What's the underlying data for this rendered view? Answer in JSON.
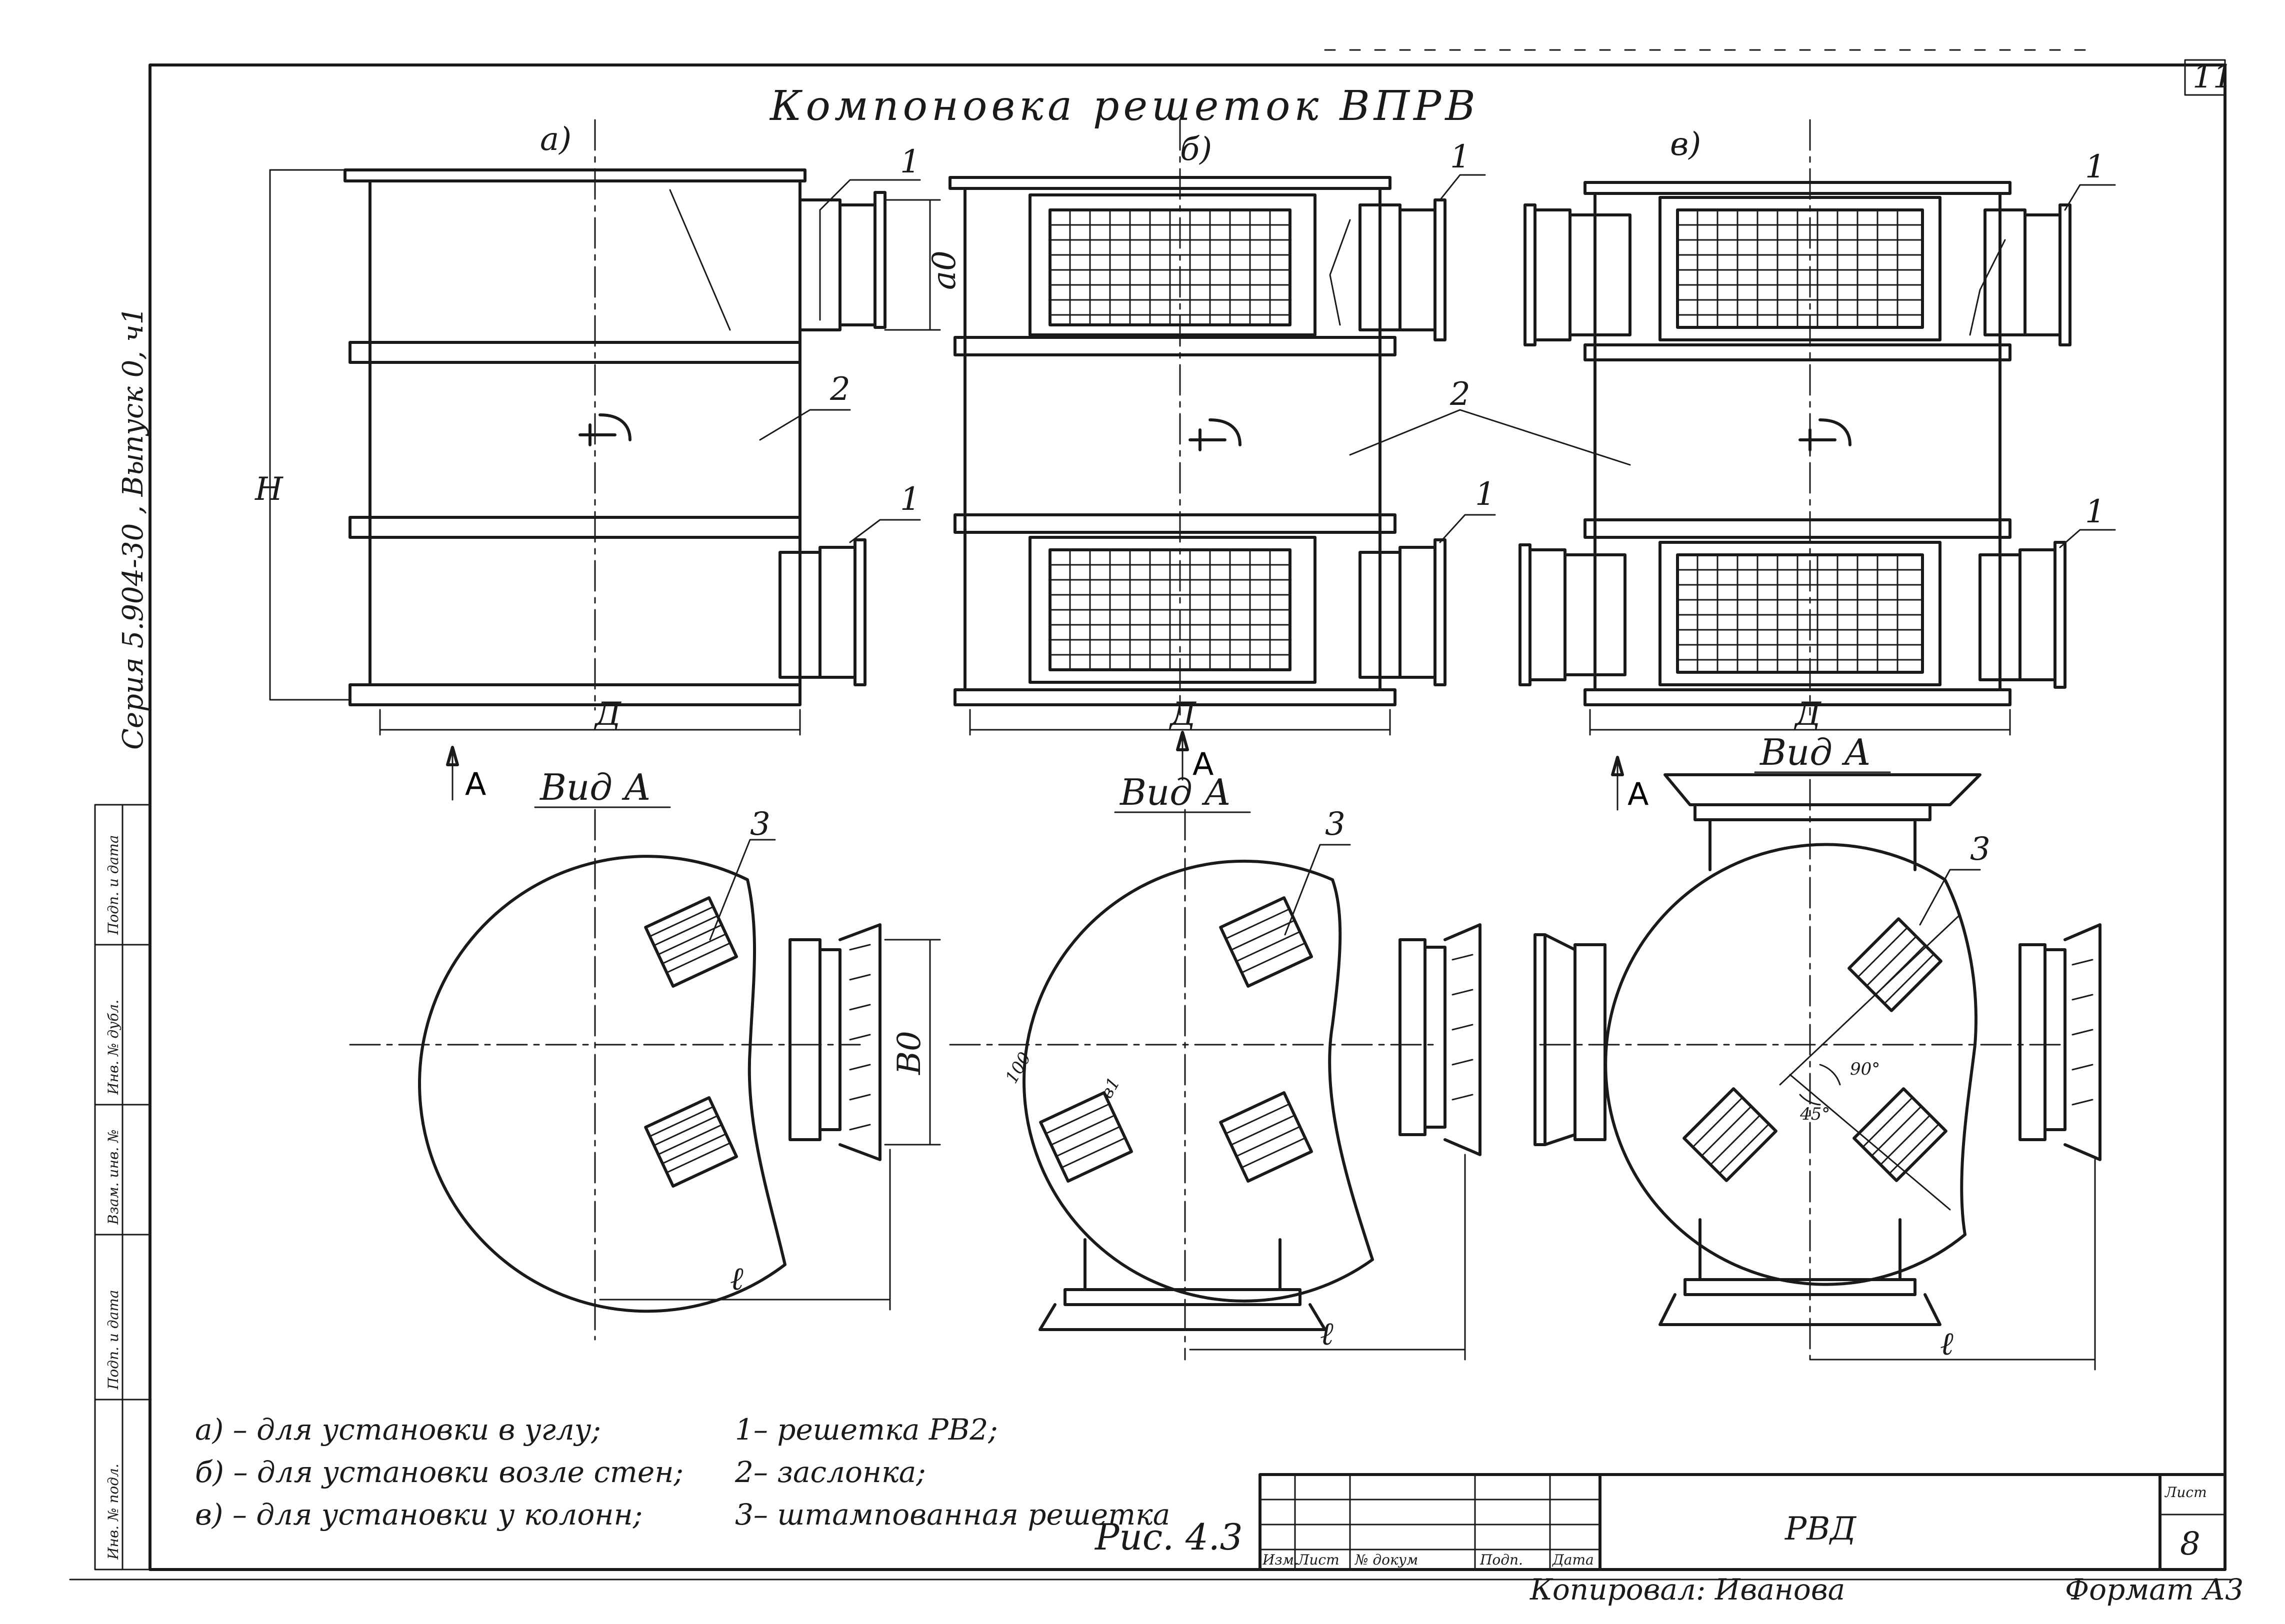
{
  "title": "Компоновка решеток ВПРВ",
  "sheet_number_top": "11",
  "side_label": "Серия 5.904-30 , Выпуск 0, ч1",
  "variants": [
    {
      "label": "а)"
    },
    {
      "label": "б)"
    },
    {
      "label": "в)"
    }
  ],
  "dimensions": {
    "H": "H",
    "D": "Д",
    "a0": "а0",
    "B0": "В0",
    "l": "ℓ",
    "b1": "в1",
    "size_100": "100"
  },
  "angles": {
    "a90": "90°",
    "a45": "45°"
  },
  "callouts": {
    "c1": "1",
    "c2": "2",
    "c3": "3"
  },
  "view_label": "Вид А",
  "arrow_label": "А",
  "legend_left": [
    "а) – для установки в углу;",
    "б) – для установки возле стен;",
    "в) – для установки у колонн;"
  ],
  "legend_right": [
    "1– решетка    РВ2;",
    "2– заслонка;",
    "3– штампованная решетка"
  ],
  "figure_label": "Рис. 4.3",
  "stamp_columns": [
    "Изм.",
    "Лист",
    "№ докум",
    "Подп.",
    "Дата"
  ],
  "title_block": {
    "name": "РВД",
    "sheet_label": "Лист",
    "sheet_value": "8",
    "copied_by": "Копировал: Иванова",
    "format": "Формат А3"
  },
  "left_stamp": [
    "Инв. № подл.",
    "Подп. и дата",
    "Взам. инв. №",
    "Инв. № дубл.",
    "Подп. и дата"
  ]
}
